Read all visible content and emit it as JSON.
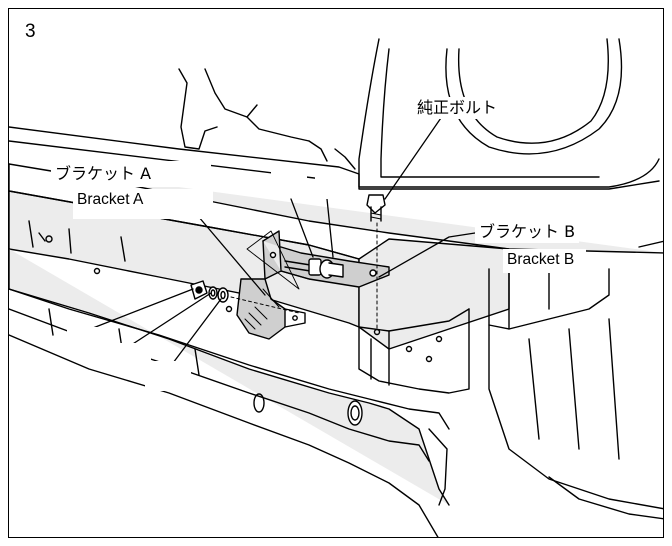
{
  "step_number": "3",
  "labels": {
    "genuine_bolt_jp": "純正ボルト",
    "bracket_a_jp": "ブラケット A",
    "bracket_a_en": "Bracket A",
    "bracket_b_jp": "ブラケット B",
    "bracket_b_en": "Bracket B"
  },
  "colors": {
    "line": "#000000",
    "part_fill": "#ececec",
    "bracket_fill": "#cfcfcf",
    "background": "#ffffff"
  }
}
